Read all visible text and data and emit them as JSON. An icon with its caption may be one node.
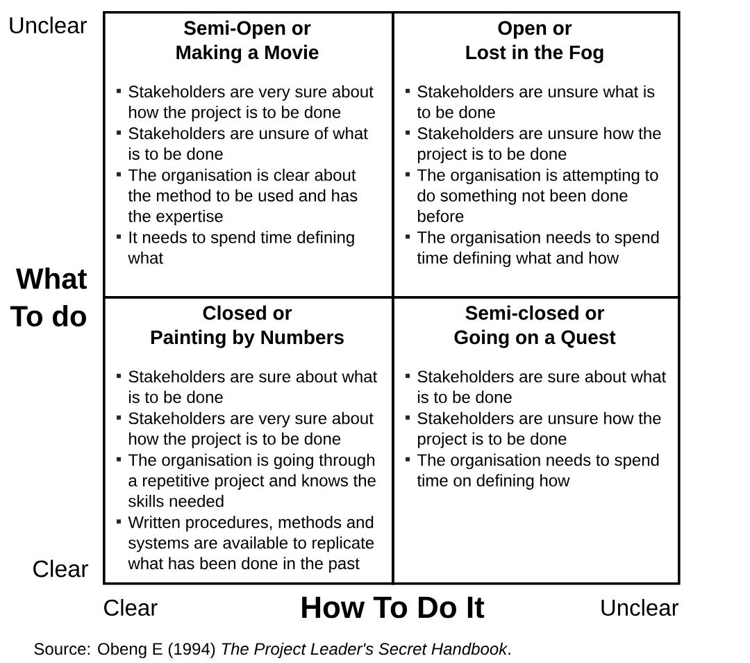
{
  "diagram": {
    "caption": "Source: Obeng E (1994) *The Project Leader's Secret Handbook*.",
    "nodes": [
      {
        "text": [
          "Semi-Open or Making a Movie",
          "Stakeholders are very sure about how the project is to be done",
          "Stakeholders are unsure of what is to be done",
          "The organisation is clear about the method to be used and has the expertise",
          "It needs to spend time defining what"
        ]
      },
      {
        "text": [
          "Open or Lost in the Fog",
          "Stakeholders are unsure what is to be done",
          "Stakeholders are unsure how the project is to be done",
          "The organisation is attempting to do something not been done before",
          "The organisation needs to spend time defining what and how"
        ]
      },
      {
        "text": [
          "Closed or Painting by Numbers",
          "Stakeholders are sure about what is to be done",
          "Stakeholders are very sure about how the project is to be done",
          "The organisation is going through a repetitive project and knows the skills needed",
          "Written procedures, methods and systems are available to replicate what has been done in the past"
        ]
      },
      {
        "text": [
          "Semi-closed or Going on a Quest",
          "Stakeholders are sure about what is to be done",
          "Stakeholders are unsure how the project is to be done",
          "The organisation needs to spend time on defining how"
        ]
      }
    ],
    "labels": [
      "Unclear",
      "What To do",
      "Clear",
      "Clear",
      "How To Do It",
      "Unclear"
    ]
  }
}
